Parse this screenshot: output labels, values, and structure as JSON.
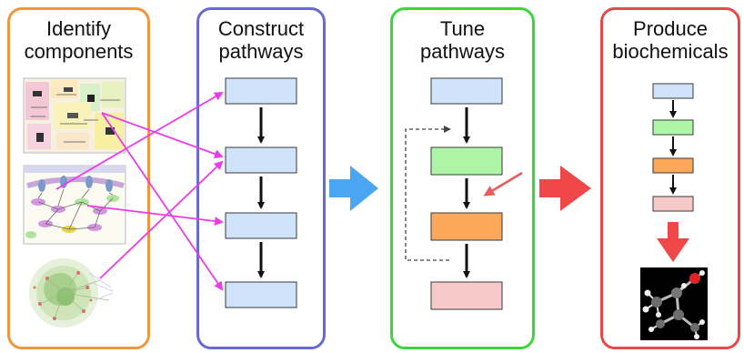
{
  "panels": [
    {
      "title": "Identify\ncomponents",
      "color": "#f0963c"
    },
    {
      "title": "Construct\npathways",
      "color": "#6a6ad6"
    },
    {
      "title": "Tune\npathways",
      "color": "#3cd63c"
    },
    {
      "title": "Produce\nbiochemicals",
      "color": "#e84848"
    }
  ],
  "colors": {
    "box_blue": "#cfe4fb",
    "box_green": "#aef5a8",
    "box_orange": "#fba85b",
    "box_pink": "#f7c9c9",
    "link_magenta": "#e83ce8",
    "big_arrow_blue": "#4aa6f2",
    "big_arrow_red": "#f04848",
    "tune_arrow_red": "#e85c5c"
  },
  "icons": {
    "thumbnails": [
      "pathway-map-thumbnail",
      "signaling-network-thumbnail",
      "interaction-network-thumbnail"
    ],
    "molecule": "molecule-ball-and-stick"
  }
}
